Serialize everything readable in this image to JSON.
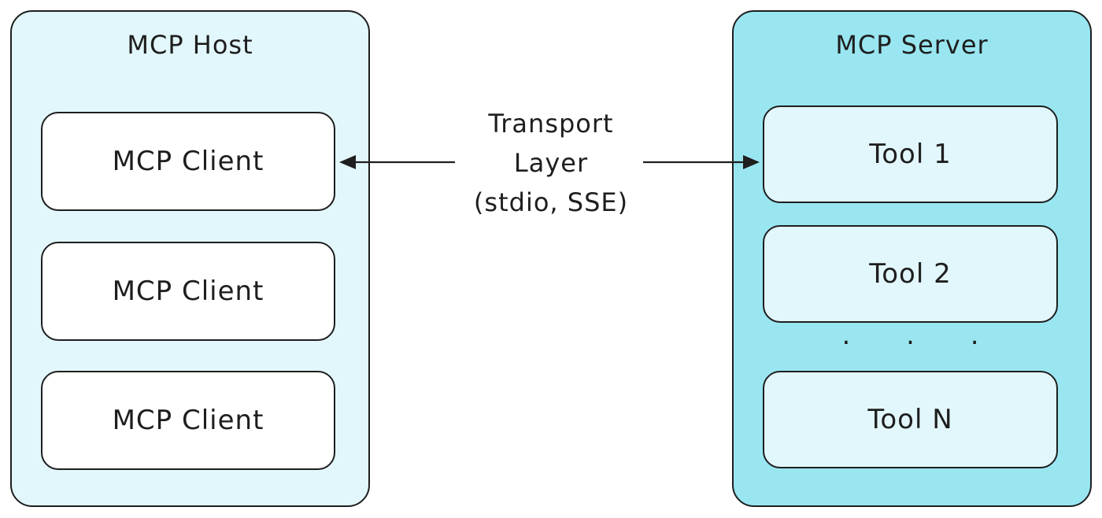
{
  "host": {
    "title": "MCP Host",
    "clients": [
      "MCP Client",
      "MCP Client",
      "MCP Client"
    ]
  },
  "transport": {
    "lines": [
      "Transport",
      "Layer",
      "(stdio, SSE)"
    ]
  },
  "server": {
    "title": "MCP Server",
    "tools": [
      "Tool 1",
      "Tool 2",
      "Tool N"
    ],
    "ellipsis": ". . ."
  },
  "colors": {
    "host_fill": "#e2f7fb",
    "server_fill": "#99e6f1",
    "client_fill": "#ffffff",
    "tool_fill": "#e2f7fb",
    "stroke": "#1e1e1e"
  }
}
